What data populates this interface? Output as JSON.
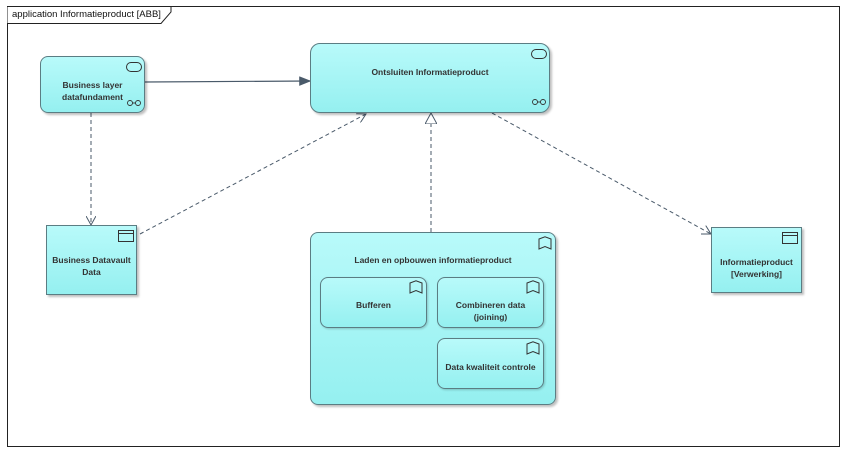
{
  "frame": {
    "title": "application Informatieproduct [ABB]"
  },
  "nodes": {
    "business_layer": {
      "label": "Business layer\ndatafundament"
    },
    "ontsluiten": {
      "label": "Ontsluiten Informatieproduct"
    },
    "business_datavault": {
      "label": "Business Datavault\nData"
    },
    "laden": {
      "label": "Laden en opbouwen informatieproduct"
    },
    "bufferen": {
      "label": "Bufferen"
    },
    "combineren": {
      "label": "Combineren data\n(joining)"
    },
    "kwaliteit": {
      "label": "Data kwaliteit controle"
    },
    "informatieproduct": {
      "label": "Informatieproduct\n[Verwerking]"
    }
  },
  "colors": {
    "fill": "#a6f5f5",
    "border": "#5b7d83",
    "line": "#5a6470"
  },
  "icons": {
    "service": "application-service-icon",
    "data_object": "data-object-icon",
    "function": "application-function-icon"
  }
}
